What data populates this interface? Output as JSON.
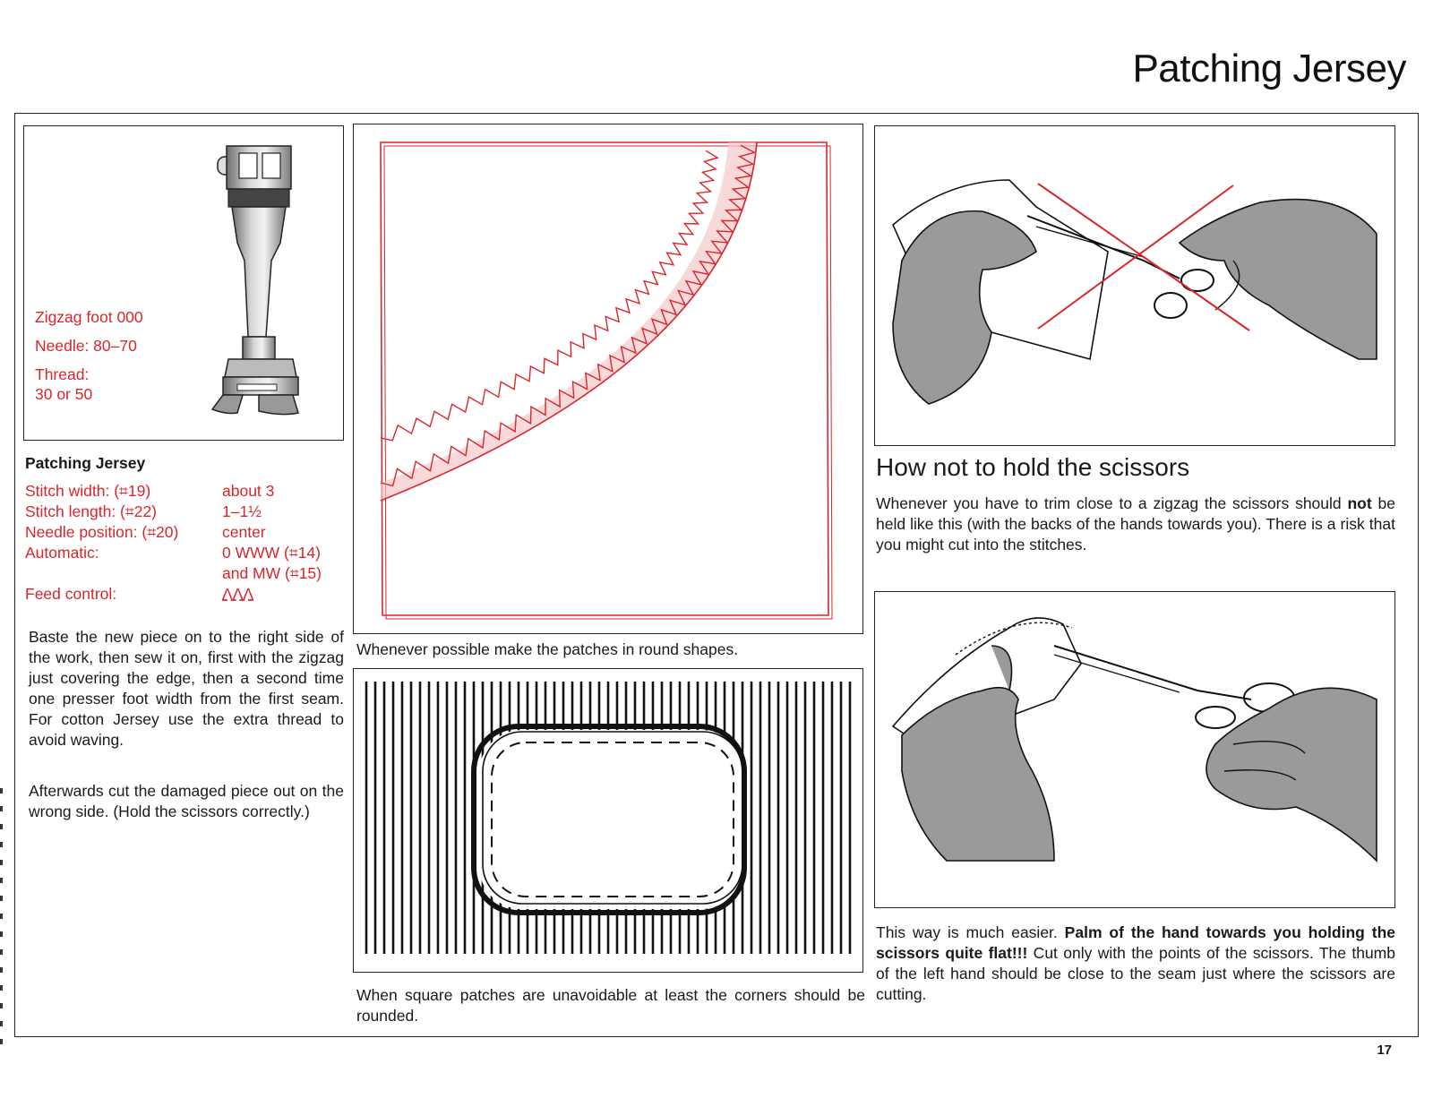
{
  "page": {
    "title": "Patching Jersey",
    "page_number": "17"
  },
  "foot_box": {
    "lines": [
      "Zigzag foot 000",
      "Needle: 80–70",
      "Thread:",
      "30 or 50"
    ]
  },
  "settings": {
    "heading": "Patching Jersey",
    "rows": [
      {
        "label": "Stitch width: (⌗19)",
        "value": "about 3"
      },
      {
        "label": "Stitch length: (⌗22)",
        "value": "1–1½"
      },
      {
        "label": "Needle position: (⌗20)",
        "value": "center"
      },
      {
        "label": "Automatic:",
        "value": "0 WWW  (⌗14)"
      },
      {
        "label": "",
        "value": "and MW (⌗15)"
      },
      {
        "label": "Feed control:",
        "value": "ΛΛΛ"
      }
    ]
  },
  "left_text": {
    "para1": "Baste the new piece on to the right side of the work, then sew it on, first with the zigzag just covering the edge, then a second time one presser foot width from the first seam. For cotton Jersey use the extra thread to avoid waving.",
    "para2": "Afterwards cut the damaged piece out on the wrong side. (Hold the scissors correctly.)"
  },
  "middle": {
    "caption_top": "Whenever possible make the patches in round shapes.",
    "caption_bottom": "When square patches are unavoidable at least the corners should be rounded."
  },
  "right": {
    "heading": "How not to hold the scissors",
    "para_pre": "Whenever you have to trim close to a zigzag the scissors should ",
    "para_bold": "not",
    "para_post": " be held like this (with the backs of the hands towards you). There is a risk that you might cut into the stitches.",
    "bottom_pre": "This way is much easier. ",
    "bottom_bold": "Palm of the hand towards you holding the scissors quite flat!!!",
    "bottom_post": " Cut only with the points of the scissors. The thumb of the left hand should be close to the seam just where the scissors are cutting."
  },
  "colors": {
    "accent_red": "#d9262c",
    "ink": "#1a1a1a",
    "shade_gray": "#9a9a9a"
  }
}
